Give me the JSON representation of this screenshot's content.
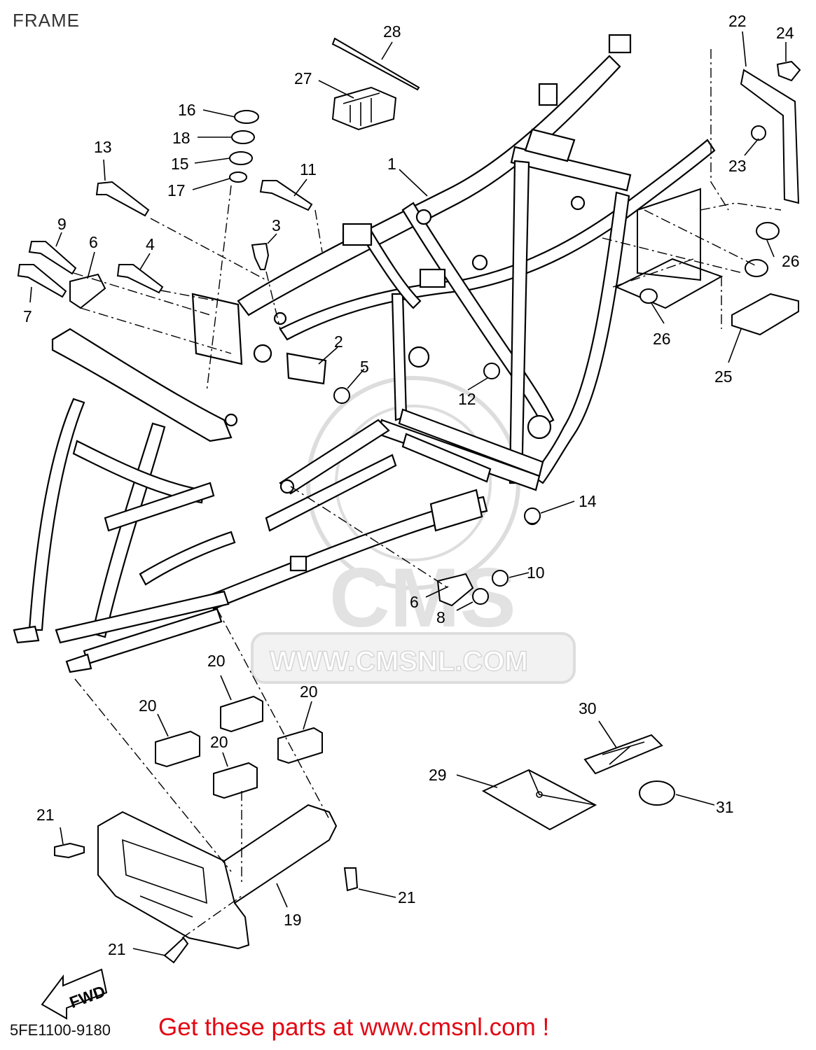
{
  "title": "FRAME",
  "diagram_code": "5FE1100-9180",
  "promo_text": "Get these parts at www.cmsnl.com !",
  "watermark": {
    "logo_text": "CMS",
    "url_text": "WWW.CMSNL.COM"
  },
  "fwd_label": "FWD",
  "callouts": [
    "1",
    "2",
    "3",
    "4",
    "5",
    "6",
    "6",
    "7",
    "8",
    "9",
    "10",
    "11",
    "12",
    "13",
    "14",
    "15",
    "16",
    "17",
    "18",
    "19",
    "20",
    "20",
    "20",
    "20",
    "21",
    "21",
    "21",
    "22",
    "23",
    "24",
    "25",
    "26",
    "26",
    "27",
    "28",
    "29",
    "30",
    "31"
  ],
  "colors": {
    "promo": "#e30613",
    "lines": "#000000",
    "watermark": "#dddddd"
  }
}
